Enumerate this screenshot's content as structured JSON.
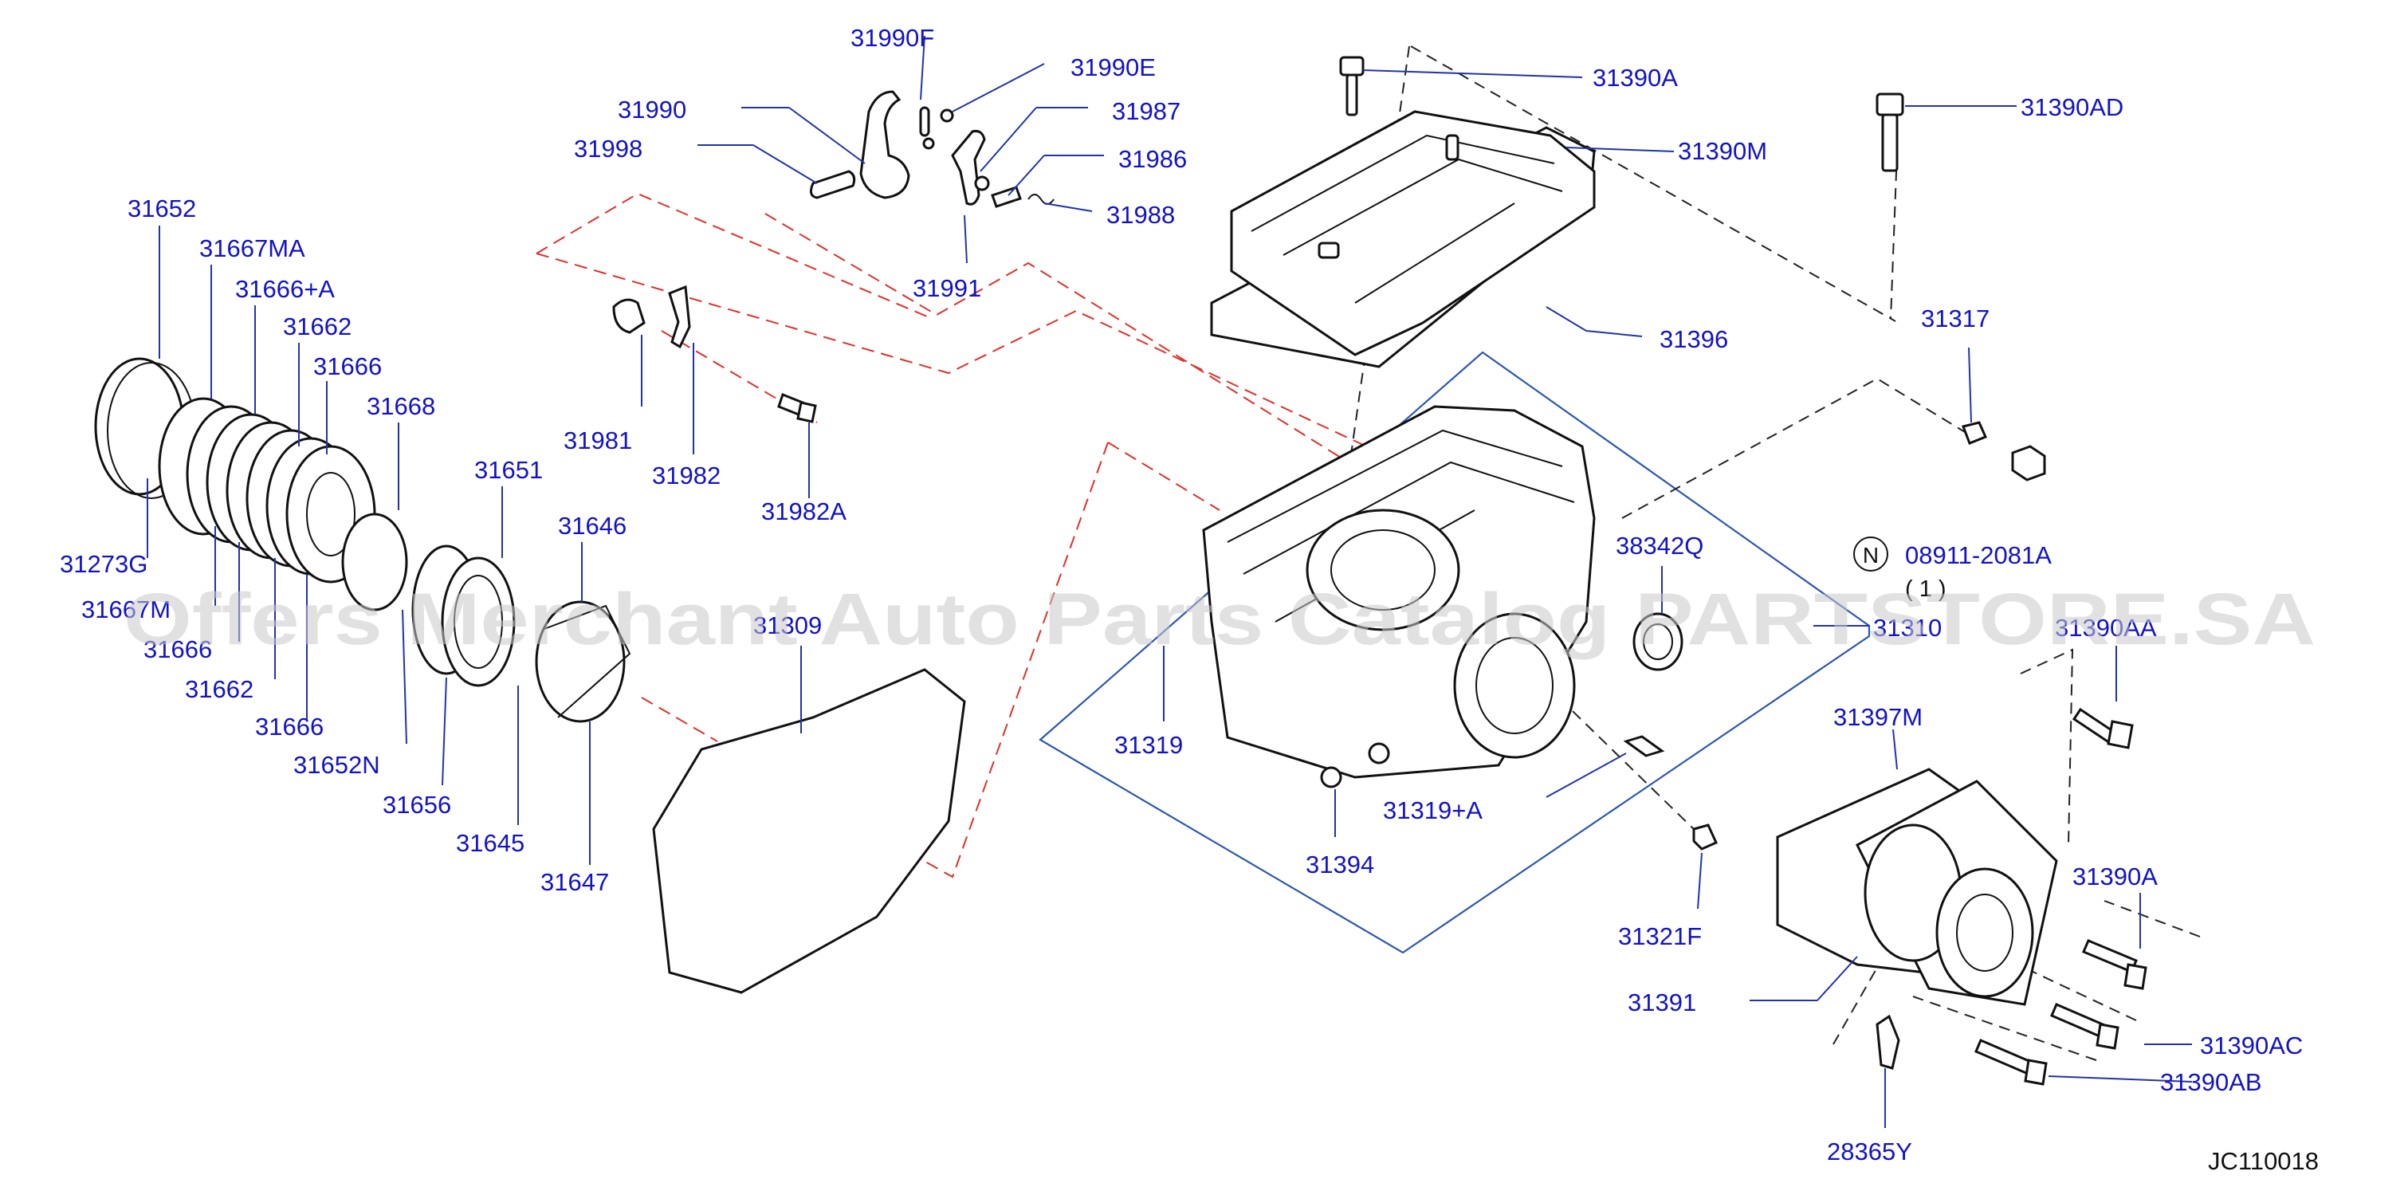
{
  "labels": {
    "p31990F": "31990F",
    "p31990E": "31990E",
    "p31990": "31990",
    "p31987": "31987",
    "p31998": "31998",
    "p31986": "31986",
    "p31988": "31988",
    "p31991": "31991",
    "p31390A_top": "31390A",
    "p31390AD": "31390AD",
    "p31390M": "31390M",
    "p31396": "31396",
    "p31317": "31317",
    "p31652": "31652",
    "p31667MA": "31667MA",
    "p31666A": "31666+A",
    "p31662_top": "31662",
    "p31666_top": "31666",
    "p31668": "31668",
    "p31651": "31651",
    "p31646": "31646",
    "p31273G": "31273G",
    "p31667M": "31667M",
    "p31666_mid": "31666",
    "p31662_bot": "31662",
    "p31666_bot": "31666",
    "p31652N": "31652N",
    "p31656": "31656",
    "p31645": "31645",
    "p31647": "31647",
    "p31309": "31309",
    "p31981": "31981",
    "p31982": "31982",
    "p31982A": "31982A",
    "p38342Q": "38342Q",
    "p08911": "08911-2081A",
    "p08911_qty": "( 1 )",
    "p08911_badge": "N",
    "p31310": "31310",
    "p31390AA": "31390AA",
    "p31319": "31319",
    "p31319A": "31319+A",
    "p31394": "31394",
    "p31397M": "31397M",
    "p31321F": "31321F",
    "p31390A_bot": "31390A",
    "p31391": "31391",
    "p31390AC": "31390AC",
    "p31390AB": "31390AB",
    "p28365Y": "28365Y"
  },
  "diagram_code": "JC110018",
  "watermark": "Offers Merchant Auto Parts Catalog PARTSTORE.SA",
  "colors": {
    "label": "#1212c8",
    "leader": "#2233aa",
    "red_dash": "#e0302a",
    "outline": "#2b57b0",
    "watermark": "#c8c8c8"
  }
}
